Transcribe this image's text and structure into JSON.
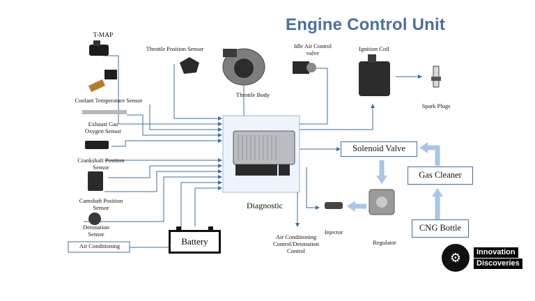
{
  "title": "Engine Control Unit",
  "labels": {
    "tmap": "T-MAP",
    "throttle_position_sensor": "Throttle Position Sensor",
    "throttle_body": "Throttle Body",
    "idle_air_control_valve": "Idle Air Control\nvalve",
    "ignition_coil": "Ignition Coil",
    "spark_plugs": "Spark Plugs",
    "coolant_temperature_sensor": "Coolant Temperature Sensor",
    "exhaust_gas_oxygen_sensor": "Exhaust Gas\nOxygen Sensor",
    "crankshaft_position_sensor": "Crankshaft Position\nSensor",
    "camshaft_position_sensor": "Camshaft Position\nSensor",
    "detonation_sensor": "Detonation\nSensor",
    "air_conditioning": "Air Conditioning",
    "battery": "Battery",
    "diagnostic": "Diagnostic",
    "ac_detonation_control": "Air Conditioning\nControl/Detonation\nControl",
    "injector": "Injector",
    "regulator": "Regulator",
    "solenoid_valve": "Solenoid Valve",
    "gas_cleaner": "Gas Cleaner",
    "cng_bottle": "CNG Bottle"
  },
  "logo": {
    "line1": "Innovation",
    "line2": "Discoveries"
  },
  "colors": {
    "title": "#4a6fa5",
    "line": "#3a6ea5",
    "flow_arrow": "#a9c6e6",
    "ecu_panel": "#eef4fb"
  }
}
